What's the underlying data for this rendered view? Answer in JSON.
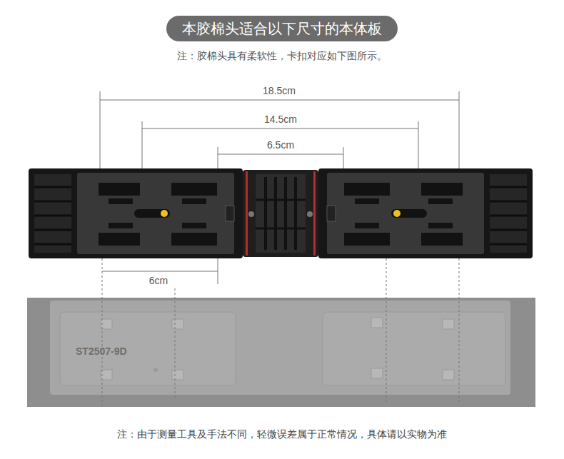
{
  "diagram": {
    "title": "本胶棉头适合以下尺寸的本体板",
    "caption": "注：由于测量工具及手法不同，轻微误差属于正常情况，具体请以实物为准",
    "labels": [
      "注：胶棉头具有柔软性，卡扣对应如下图所示。",
      "18.5cm",
      "14.5cm",
      "6.5cm",
      "6cm",
      "ST2507-9D"
    ]
  }
}
